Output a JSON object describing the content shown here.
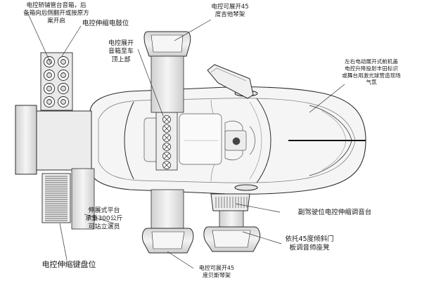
{
  "labels": {
    "top_left_note": "电控轿铺管台音箱，后\n备箱向后侧翻开或按原方\n案开启",
    "drum_position": "电控伸缩电鼓位",
    "roof_stage": "电控展开\n音箱至车\n顶上部",
    "guitar_stand_top": "电控可展开45\n度吉他琴架",
    "front_hood_note": "左右电动展开式前机盖\n电控升降投射丰田标识\n或舞台用激光球营造现场\n气氛",
    "tuning_console": "副驾驶位电控伸缩调音台",
    "platform_note": "伸展式平台\n承重300公斤\n可站立演员",
    "tilt_door_seat": "依托45度倾斜门\n板调音师座凳",
    "keyboard_position": "电控伸缩键盘位",
    "bass_stand_bottom": "电控可展开45\n度贝斯琴架"
  },
  "colors": {
    "line": "#2b2b2b",
    "panel_fill": "#e8e8e8",
    "car_fill": "#f4f4f4"
  }
}
